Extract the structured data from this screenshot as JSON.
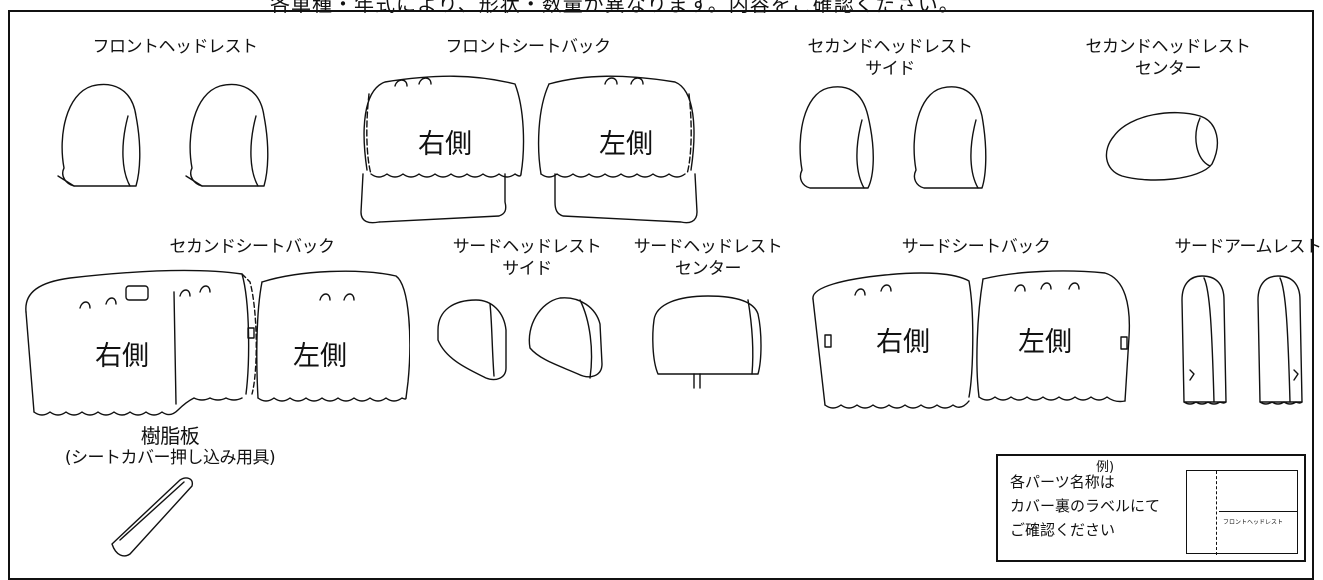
{
  "header": {
    "cut_title": "各車種・年式により、形状・数量が異なります。内容をご確認ください。"
  },
  "parts": {
    "front_headrest": "フロントヘッドレスト",
    "front_seatback": "フロントシートバック",
    "second_headrest_side_1": "セカンドヘッドレスト",
    "second_headrest_side_2": "サイド",
    "second_headrest_center_1": "セカンドヘッドレスト",
    "second_headrest_center_2": "センター",
    "second_seatback": "セカンドシートバック",
    "third_headrest_side_1": "サードヘッドレスト",
    "third_headrest_side_2": "サイド",
    "third_headrest_center_1": "サードヘッドレスト",
    "third_headrest_center_2": "センター",
    "third_seatback": "サードシートバック",
    "third_armrest": "サードアームレスト",
    "resin_plate_1": "樹脂板",
    "resin_plate_2": "(シートカバー押し込み用具)"
  },
  "side_labels": {
    "right": "右側",
    "left": "左側"
  },
  "legend": {
    "line1": "各パーツ名称は",
    "line2": "カバー裏のラベルにて",
    "line3": "ご確認ください",
    "example": "例)",
    "example_tag": "フロントヘッドレスト"
  }
}
